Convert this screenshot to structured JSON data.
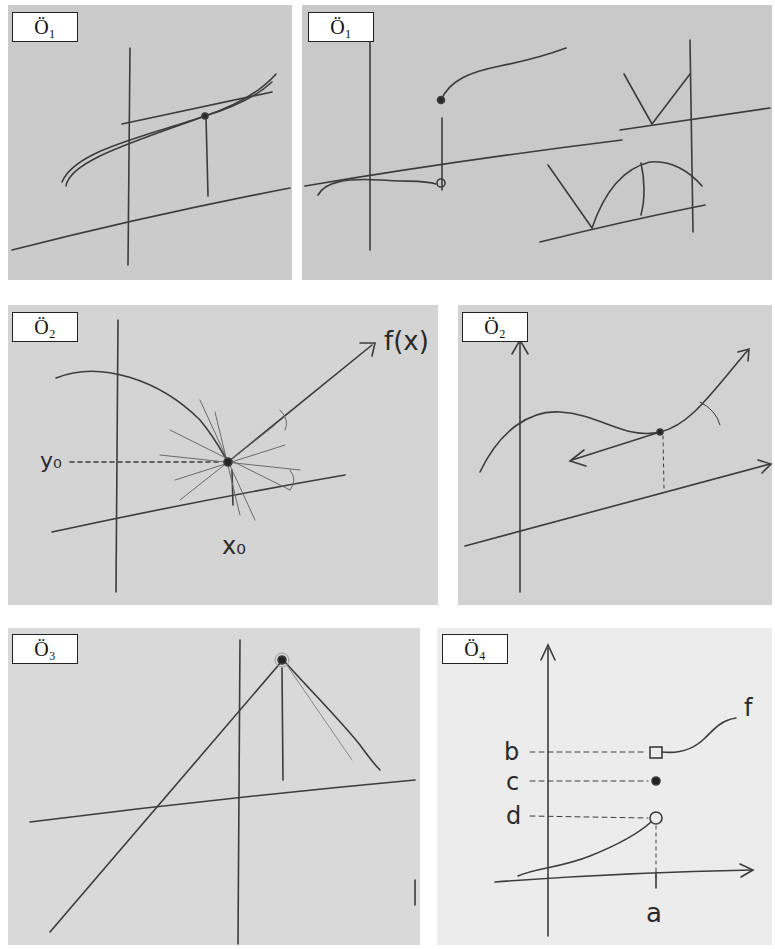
{
  "diagram": {
    "nodes": [
      {
        "text": [
          "Ö₁"
        ]
      },
      {
        "text": [
          "Ö₁"
        ]
      },
      {
        "text": [
          "Ö₂"
        ]
      },
      {
        "text": [
          "Ö₂"
        ]
      },
      {
        "text": [
          "Ö₃"
        ]
      },
      {
        "text": [
          "Ö₄"
        ]
      }
    ],
    "labels": [
      "y₀",
      "x₀",
      "f(x)",
      "b",
      "c",
      "d",
      "a",
      "f"
    ]
  }
}
